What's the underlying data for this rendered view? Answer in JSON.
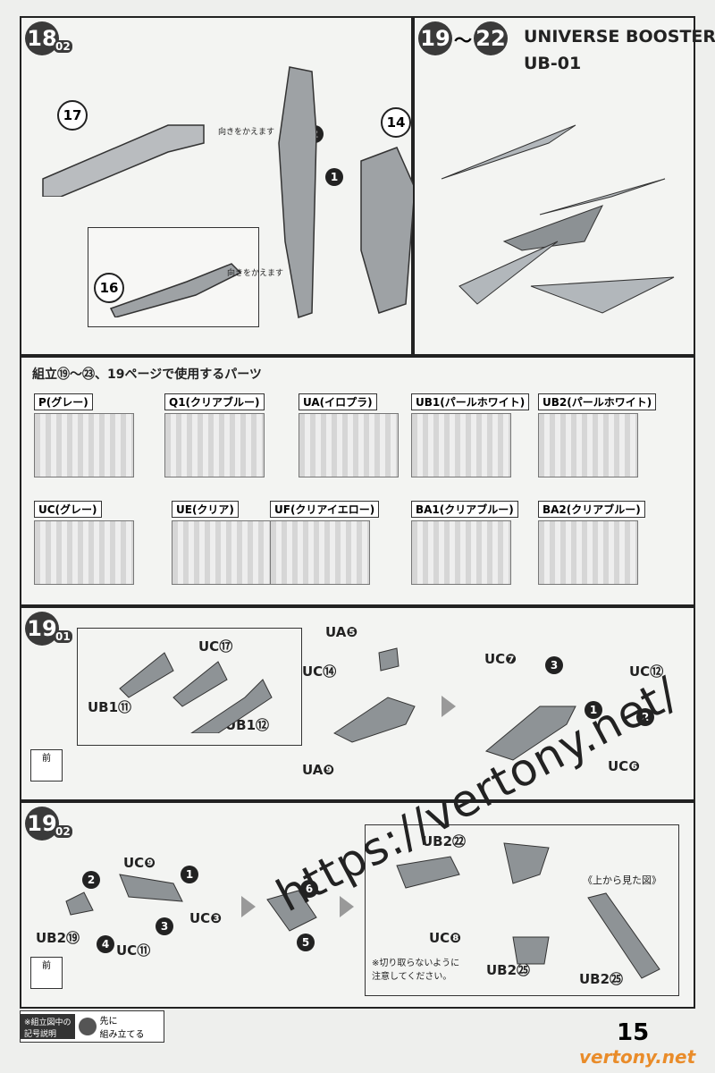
{
  "step18": {
    "step": "18",
    "sub": "02",
    "part17": "17",
    "part14": "14",
    "part16": "16",
    "note_turn1": "向きをかえます",
    "note_turn2": "向きをかえます",
    "n1": "1",
    "n2": "2"
  },
  "step19_22": {
    "step_a": "19",
    "tilde": "〜",
    "step_b": "22",
    "title": "UNIVERSE BOOSTER",
    "subtitle": "UB-01"
  },
  "parts": {
    "heading": "組立⑲〜㉓、19ページで使用するパーツ",
    "runners": [
      {
        "label": "P(グレー)"
      },
      {
        "label": "Q1(クリアブルー)"
      },
      {
        "label": "UA(イロプラ)"
      },
      {
        "label": "UB1(パールホワイト)"
      },
      {
        "label": "UB2(パールホワイト)"
      },
      {
        "label": "UC(グレー)"
      },
      {
        "label": "UE(クリア)"
      },
      {
        "label": "UF(クリアイエロー)"
      },
      {
        "label": "BA1(クリアブルー)"
      },
      {
        "label": "BA2(クリアブルー)"
      }
    ]
  },
  "step19_01": {
    "step": "19",
    "sub": "01",
    "uc17": "UC⑰",
    "ub1_11": "UB1⑪",
    "ub1_12": "UB1⑫",
    "ua5": "UA❺",
    "uc14": "UC⑭",
    "ua9": "UA❾",
    "uc7": "UC❼",
    "uc12": "UC⑫",
    "uc6": "UC❻",
    "front": "前",
    "n1": "1",
    "n2": "2",
    "n3": "3"
  },
  "step19_02": {
    "step": "19",
    "sub": "02",
    "uc9": "UC❾",
    "uc3": "UC❸",
    "uc11": "UC⑪",
    "ub2_19": "UB2⑲",
    "ub2_22": "UB2㉒",
    "uc8": "UC❽",
    "ub2_25a": "UB2㉕",
    "ub2_25b": "UB2㉕",
    "top_view": "《上から見た図》",
    "caution": "※切り取らないように\n注意してください。",
    "front": "前",
    "n1": "1",
    "n2": "2",
    "n3": "3",
    "n4": "4",
    "n5": "5",
    "n6": "6"
  },
  "footer": {
    "legend_label": "※組立図中の\n記号説明",
    "legend_text": "先に\n組み立てる",
    "page_number": "15",
    "watermark_url": "https://vertony.net/",
    "watermark_site": "vertony.net"
  }
}
